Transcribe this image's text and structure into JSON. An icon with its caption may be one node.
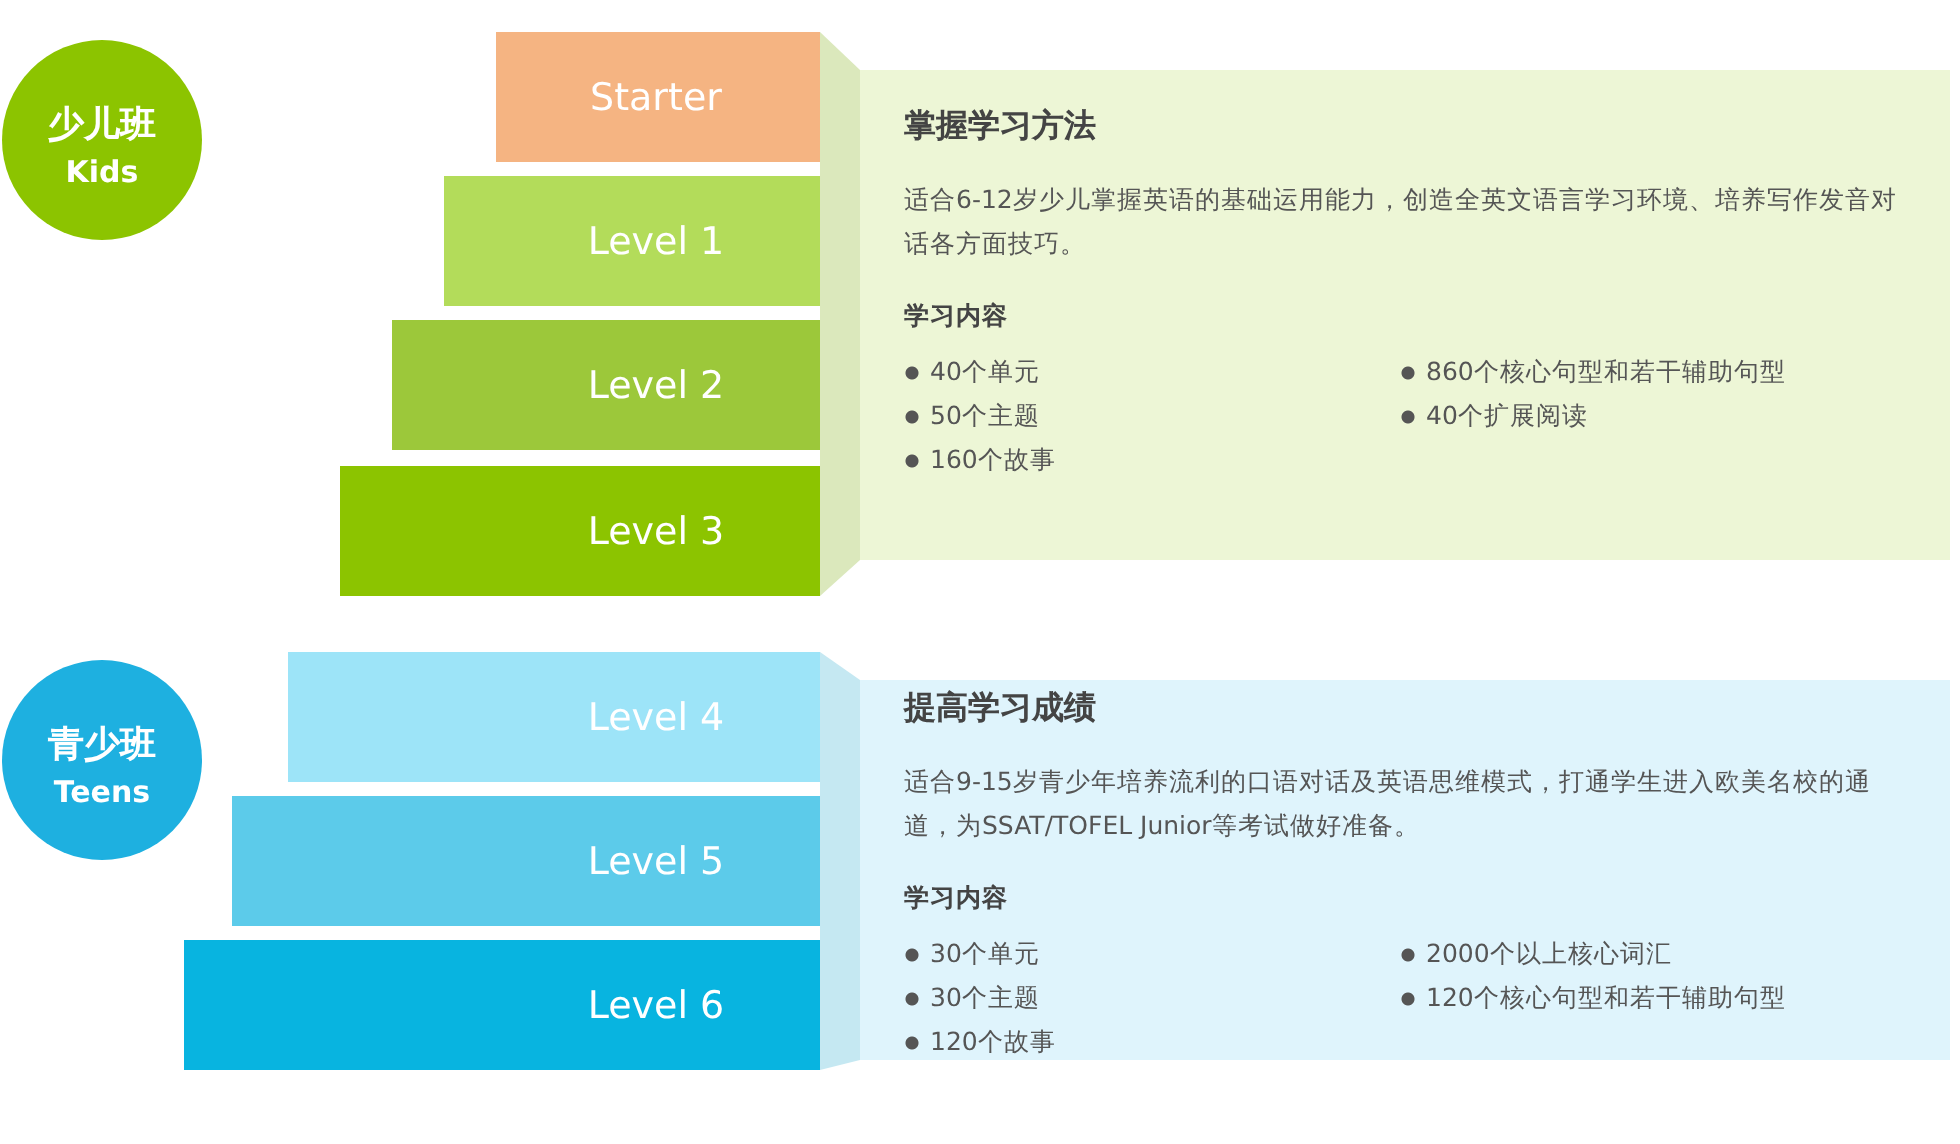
{
  "diagram": {
    "nodes": [
      {
        "text": [
          "少儿班",
          "Kids"
        ]
      },
      {
        "text": [
          "Starter"
        ]
      },
      {
        "text": [
          "Level 1"
        ]
      },
      {
        "text": [
          "Level 2"
        ]
      },
      {
        "text": [
          "Level 3"
        ]
      },
      {
        "text": [
          "掌握学习方法",
          "适合6-12岁少儿掌握英语的基础运用能力，创造全英文语言学习环境、培养写作发音对话各方面技巧。",
          "学习内容",
          "40个单元",
          "50个主题",
          "160个故事",
          "860个核心句型和若干辅助句型",
          "40个扩展阅读"
        ]
      },
      {
        "text": [
          "青少班",
          "Teens"
        ]
      },
      {
        "text": [
          "Level 4"
        ]
      },
      {
        "text": [
          "Level 5"
        ]
      },
      {
        "text": [
          "Level 6"
        ]
      },
      {
        "text": [
          "提高学习成绩",
          "适合9-15岁青少年培养流利的口语对话及英语思维模式，打通学生进入欧美名校的通道，为SSAT/TOFEL Junior等考试做好准备。",
          "学习内容",
          "30个单元",
          "30个主题",
          "120个故事",
          "2000个以上核心词汇",
          "120个核心句型和若干辅助句型"
        ]
      }
    ],
    "edges": []
  }
}
